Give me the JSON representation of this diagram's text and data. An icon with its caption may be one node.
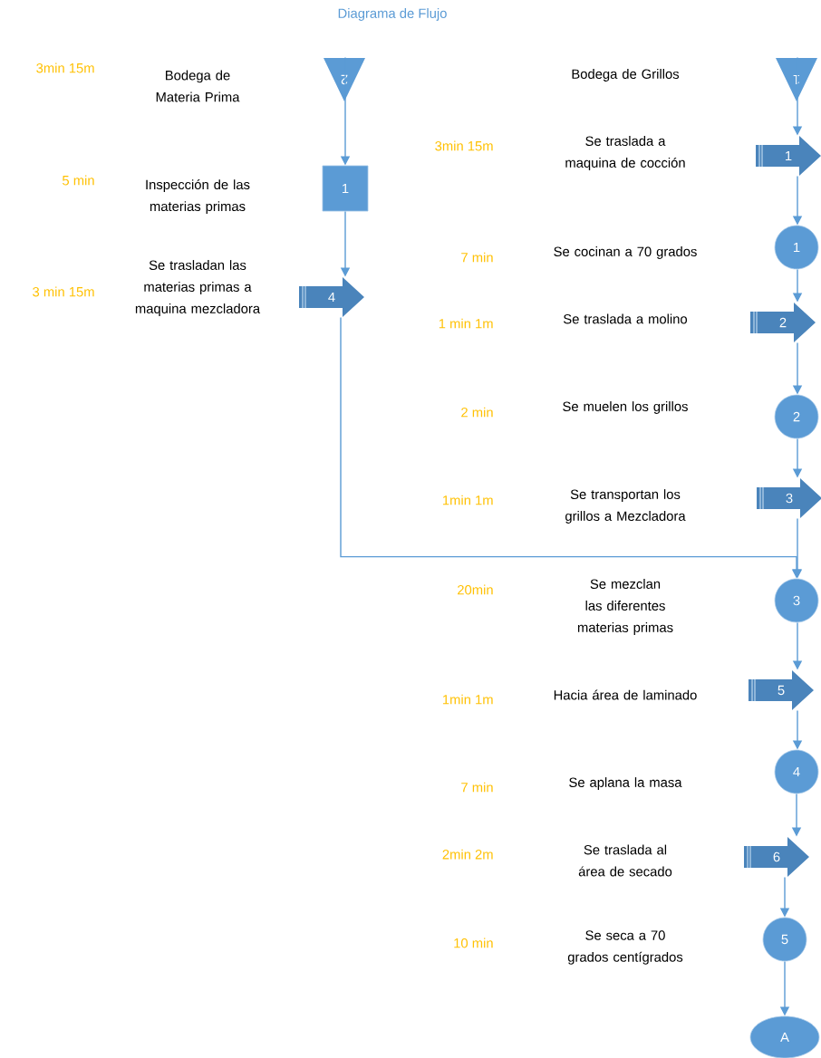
{
  "diagram": {
    "title": "Diagrama de Flujo",
    "nodes": [
      {
        "text": [
          "2"
        ]
      },
      {
        "text": [
          "1"
        ]
      },
      {
        "text": [
          "4"
        ]
      },
      {
        "text": [
          "1"
        ]
      },
      {
        "text": [
          "1"
        ]
      },
      {
        "text": [
          "1"
        ]
      },
      {
        "text": [
          "2"
        ]
      },
      {
        "text": [
          "2"
        ]
      },
      {
        "text": [
          "3"
        ]
      },
      {
        "text": [
          "3"
        ]
      },
      {
        "text": [
          "5"
        ]
      },
      {
        "text": [
          "4"
        ]
      },
      {
        "text": [
          "6"
        ]
      },
      {
        "text": [
          "5"
        ]
      },
      {
        "text": [
          "A"
        ]
      }
    ],
    "edges": [
      {
        "from": 0,
        "to": 1,
        "arrow": "to"
      },
      {
        "from": 1,
        "to": 2,
        "arrow": "to"
      },
      {
        "from": 2,
        "to": 9,
        "arrow": "to"
      },
      {
        "from": 3,
        "to": 4,
        "arrow": "to"
      },
      {
        "from": 4,
        "to": 5,
        "arrow": "to"
      },
      {
        "from": 5,
        "to": 6,
        "arrow": "to"
      },
      {
        "from": 6,
        "to": 7,
        "arrow": "to"
      },
      {
        "from": 7,
        "to": 8,
        "arrow": "to"
      },
      {
        "from": 8,
        "to": 9,
        "arrow": "to"
      },
      {
        "from": 9,
        "to": 10,
        "arrow": "to"
      },
      {
        "from": 10,
        "to": 11,
        "arrow": "to"
      },
      {
        "from": 11,
        "to": 12,
        "arrow": "to"
      },
      {
        "from": 12,
        "to": 13,
        "arrow": "to"
      },
      {
        "from": 13,
        "to": 14,
        "arrow": "to"
      }
    ],
    "labels": [
      "3min 15m",
      "Bodega de Materia Prima",
      "Bodega de Grillos",
      "3min 15m",
      "Se traslada a maquina de cocción",
      "5 min",
      "Inspección de las materias primas",
      "7 min",
      "Se cocinan a 70 grados",
      "3 min 15m",
      "Se trasladan las materias primas a maquina mezcladora",
      "1 min 1m",
      "Se traslada a molino",
      "2 min",
      "Se muelen los grillos",
      "1min 1m",
      "Se transportan los grillos a Mezcladora",
      "20min",
      "Se mezclan las diferentes materias primas",
      "1min 1m",
      "Hacia área de laminado",
      "7 min",
      "Se aplana la masa",
      "2min 2m",
      "Se traslada al área de secado",
      "10 min",
      "Se seca a 70 grados centígrados"
    ]
  }
}
